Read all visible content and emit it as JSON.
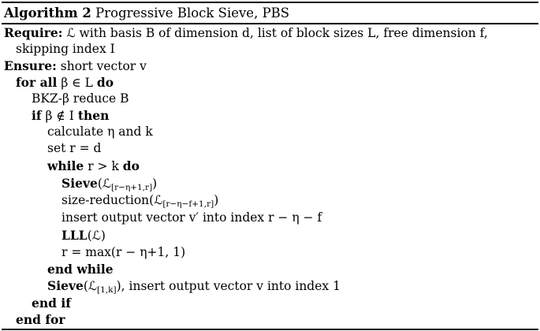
{
  "algorithm": {
    "label": "Algorithm 2",
    "name": "Progressive Block Sieve, PBS"
  },
  "lines": [
    {
      "id": "require-1",
      "keyword": "Require:",
      "text": "ℒ with basis B of dimension d, list of block sizes L, free dimension f,"
    },
    {
      "id": "require-2",
      "keyword": "",
      "text": "skipping index I"
    },
    {
      "id": "ensure",
      "keyword": "Ensure:",
      "text": "short vector v"
    },
    {
      "id": "for-all",
      "keyword": "for all",
      "text": "β ∈ L",
      "keyword2": "do"
    },
    {
      "id": "bkz",
      "keyword": "",
      "text": "BKZ-β reduce B"
    },
    {
      "id": "if",
      "keyword": "if",
      "text": "β ∉ I",
      "keyword2": "then"
    },
    {
      "id": "calc",
      "keyword": "",
      "text": "calculate η and k"
    },
    {
      "id": "set",
      "keyword": "",
      "text": "set r = d"
    },
    {
      "id": "while",
      "keyword": "while",
      "text": "r > k",
      "keyword2": "do"
    },
    {
      "id": "sieve-1",
      "keyword": "Sieve",
      "text": "(ℒ",
      "sub": "[r−η+1,r]",
      "tail": ")"
    },
    {
      "id": "size-red",
      "keyword": "",
      "text": "size-reduction(ℒ",
      "sub": "[r−η−f+1,r]",
      "tail": ")"
    },
    {
      "id": "insert",
      "keyword": "",
      "text": "insert output vector v′ into index r − η − f"
    },
    {
      "id": "lll",
      "keyword": "LLL",
      "text": "(ℒ)"
    },
    {
      "id": "update-r",
      "keyword": "",
      "text": "r = max(r − η+1, 1)"
    },
    {
      "id": "end-while",
      "keyword": "end while",
      "text": ""
    },
    {
      "id": "sieve-2",
      "keyword": "Sieve",
      "text": "(ℒ",
      "sub": "[1,k]",
      "tail": "), insert output vector v into index 1"
    },
    {
      "id": "end-if",
      "keyword": "end if",
      "text": ""
    },
    {
      "id": "end-for",
      "keyword": "end for",
      "text": ""
    }
  ]
}
